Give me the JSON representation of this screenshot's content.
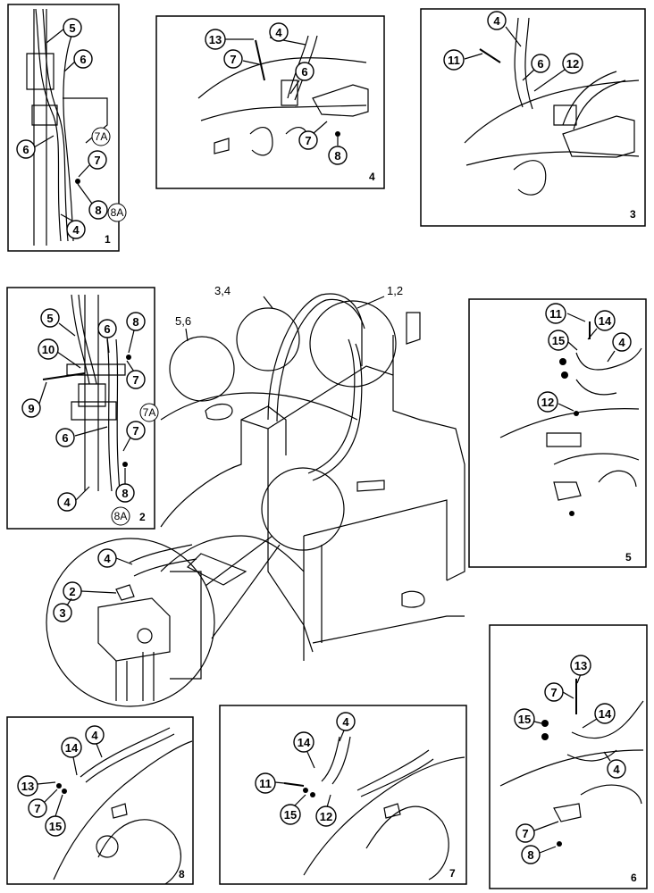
{
  "panels": [
    {
      "id": "1",
      "number": "1",
      "callouts": [
        "5",
        "6",
        "6",
        "7",
        "8",
        "4"
      ],
      "outlined": [
        "7A",
        "8A"
      ]
    },
    {
      "id": "4",
      "number": "4",
      "callouts": [
        "13",
        "4",
        "7",
        "6",
        "7",
        "8"
      ],
      "outlined": []
    },
    {
      "id": "3",
      "number": "3",
      "callouts": [
        "4",
        "11",
        "6",
        "12"
      ],
      "outlined": []
    },
    {
      "id": "2",
      "number": "2",
      "callouts": [
        "5",
        "8",
        "6",
        "10",
        "7",
        "9",
        "6",
        "7",
        "4",
        "8"
      ],
      "outlined": [
        "7A",
        "8A"
      ]
    },
    {
      "id": "5",
      "number": "5",
      "callouts": [
        "11",
        "14",
        "15",
        "4",
        "12"
      ],
      "outlined": []
    },
    {
      "id": "6",
      "number": "6",
      "callouts": [
        "13",
        "7",
        "15",
        "14",
        "4",
        "7",
        "8"
      ],
      "outlined": []
    },
    {
      "id": "7",
      "number": "7",
      "callouts": [
        "4",
        "14",
        "11",
        "15",
        "12"
      ],
      "outlined": []
    },
    {
      "id": "8",
      "number": "8",
      "callouts": [
        "14",
        "4",
        "13",
        "7",
        "15"
      ],
      "outlined": []
    }
  ],
  "main_view": {
    "group_labels": [
      "3,4",
      "1,2",
      "5,6"
    ],
    "detail_callouts": [
      "4",
      "2",
      "3"
    ]
  }
}
